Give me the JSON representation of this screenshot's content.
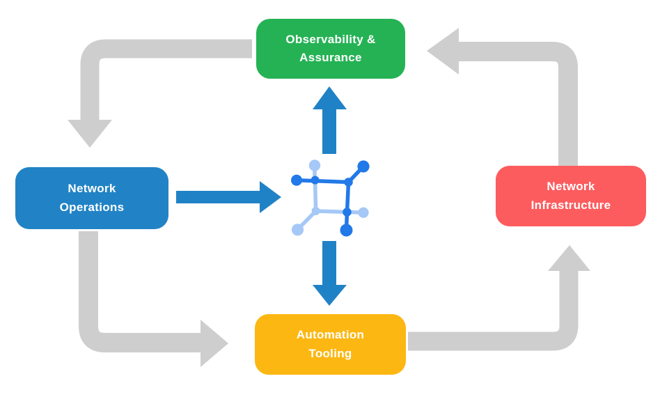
{
  "colors": {
    "background": "#ffffff",
    "observability_green": "#25b254",
    "operations_blue": "#2183c6",
    "infrastructure_red": "#fd5c5e",
    "automation_yellow": "#fcb712",
    "cycle_arrow_gray": "#cecece",
    "flow_arrow_blue": "#2082c6",
    "icon_dark_blue": "#2279e8",
    "icon_light_blue": "#a5c8f6",
    "label_text": "#ffffff"
  },
  "nodes": {
    "observability": {
      "label": "Observability &\nAssurance"
    },
    "operations": {
      "label": "Network\nOperations"
    },
    "infrastructure": {
      "label": "Network\nInfrastructure"
    },
    "automation": {
      "label": "Automation\nTooling"
    }
  },
  "icon": {
    "name": "network-hub-icon",
    "description": "square network node glyph with six connection stems"
  },
  "edges": [
    {
      "from": "observability",
      "to": "operations",
      "style": "gray-elbow-arrow"
    },
    {
      "from": "operations",
      "to": "automation",
      "style": "gray-elbow-arrow"
    },
    {
      "from": "automation",
      "to": "infrastructure",
      "style": "gray-elbow-arrow"
    },
    {
      "from": "infrastructure",
      "to": "observability",
      "style": "gray-elbow-arrow"
    },
    {
      "from": "operations",
      "to": "network-hub-icon",
      "style": "blue-straight-arrow"
    },
    {
      "from": "network-hub-icon",
      "to": "observability",
      "style": "blue-straight-arrow"
    },
    {
      "from": "network-hub-icon",
      "to": "automation",
      "style": "blue-straight-arrow"
    }
  ]
}
